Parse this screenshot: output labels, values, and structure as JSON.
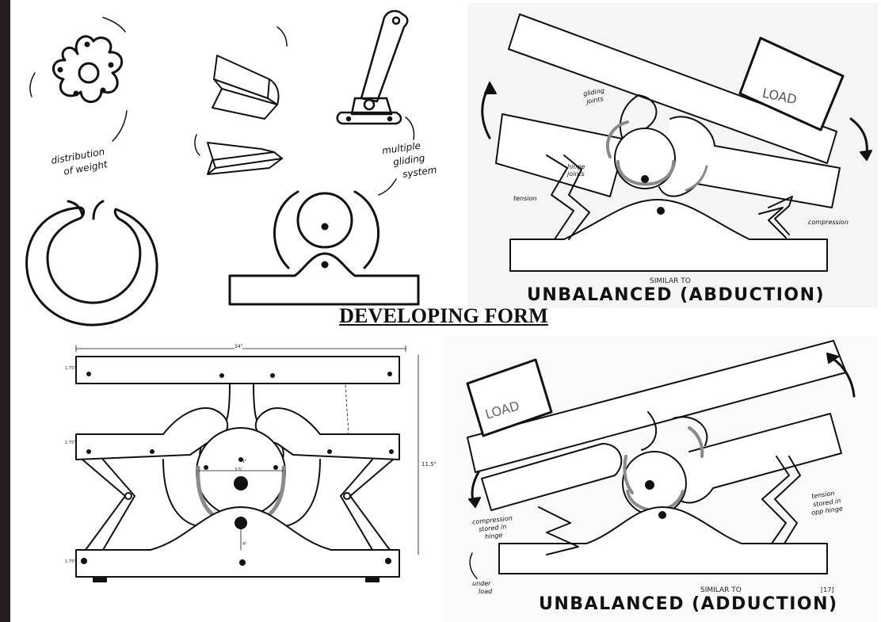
{
  "title": "DEVELOPING FORM",
  "captions": {
    "top_right": "UNBALANCED (ABDUCTION)",
    "top_right_sub": "SIMILAR TO",
    "bottom_right": "UNBALANCED (ADDUCTION)",
    "bottom_right_sub": "SIMILAR TO"
  },
  "annotations": {
    "distribution": "distribution",
    "of_weight": "of weight",
    "multiple": "multiple",
    "gliding": "gliding",
    "system": "system",
    "gliding_joints_1": "gliding",
    "gliding_joints_2": "joints",
    "hinge_joints_1": "hinge",
    "hinge_joints_2": "joints",
    "tension": "tension",
    "compression": "compression",
    "load_top": "LOAD",
    "load_bottom": "LOAD",
    "tension_stored_1": "tension",
    "tension_stored_2": "stored in",
    "tension_stored_3": "opp hinge",
    "compression_stored_1": "compression",
    "compression_stored_2": "stored in",
    "compression_stored_3": "hinge",
    "under_load_1": "under",
    "under_load_2": "load",
    "page_number": "[17]"
  },
  "dimensions": {
    "width": "34\"",
    "height": "11.5\"",
    "top_thick": "1.75\"",
    "mid_thick": "1.75\"",
    "base_thick": "1.75\"",
    "circle_inner": "1\"",
    "circle_outer": "3.5\"",
    "post": "4\""
  },
  "colors": {
    "ink": "#111111",
    "gray_stroke": "#8a8a8a",
    "left_bar": "#231f20"
  }
}
